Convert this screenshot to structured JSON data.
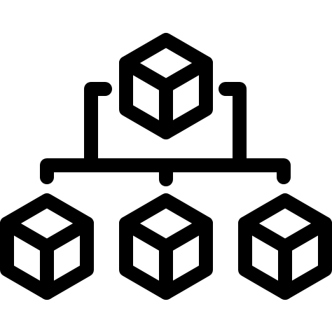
{
  "icon": {
    "name": "hierarchy-cubes-icon",
    "stroke_color": "#000000",
    "background_color": "#ffffff",
    "nodes": [
      {
        "name": "top-cube-icon",
        "role": "parent"
      },
      {
        "name": "bottom-left-cube-icon",
        "role": "child"
      },
      {
        "name": "bottom-center-cube-icon",
        "role": "child"
      },
      {
        "name": "bottom-right-cube-icon",
        "role": "child"
      }
    ]
  }
}
